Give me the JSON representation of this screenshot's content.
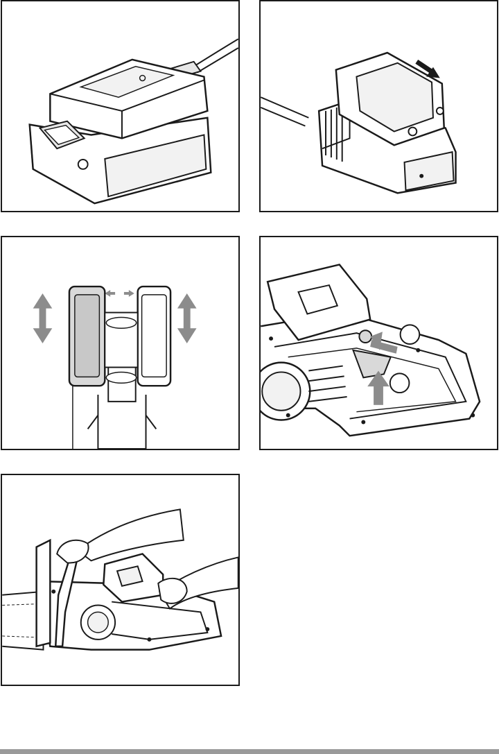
{
  "figures": [
    {
      "id": "battery-on-charger"
    },
    {
      "id": "insert-battery-into-charger"
    },
    {
      "id": "battery-slide-alignment"
    },
    {
      "id": "trigger-operation"
    },
    {
      "id": "two-hand-grip"
    }
  ],
  "colors": {
    "line": "#1a1a1a",
    "arrow_gray": "#8c8c8c",
    "fill_light": "#f2f2f2",
    "fill_mid": "#d9d9d9",
    "rule": "#9a9a9a"
  }
}
